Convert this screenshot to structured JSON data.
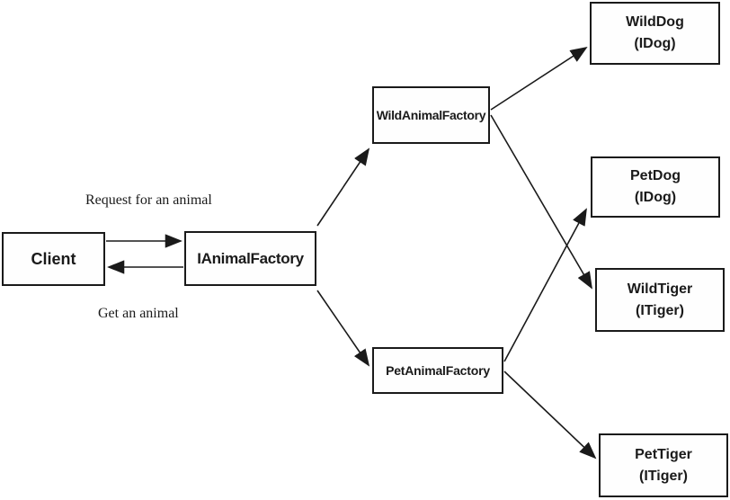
{
  "diagram": {
    "colors": {
      "background": "#ffffff",
      "stroke": "#1a1a1a",
      "text": "#1a1a1a"
    },
    "nodes": {
      "client": {
        "title": "Client"
      },
      "ianimal_factory": {
        "title": "IAnimalFactory"
      },
      "wild_animal_factory": {
        "title": "WildAnimalFactory"
      },
      "pet_animal_factory": {
        "title": "PetAnimalFactory"
      },
      "wild_dog": {
        "title": "WildDog",
        "subtitle": "(IDog)"
      },
      "pet_dog": {
        "title": "PetDog",
        "subtitle": "(IDog)"
      },
      "wild_tiger": {
        "title": "WildTiger",
        "subtitle": "(ITiger)"
      },
      "pet_tiger": {
        "title": "PetTiger",
        "subtitle": "(ITiger)"
      }
    },
    "edges": [
      {
        "from": "Client",
        "to": "IAnimalFactory",
        "label": "Request for an animal"
      },
      {
        "from": "IAnimalFactory",
        "to": "Client",
        "label": "Get an animal"
      },
      {
        "from": "IAnimalFactory",
        "to": "WildAnimalFactory",
        "label": ""
      },
      {
        "from": "IAnimalFactory",
        "to": "PetAnimalFactory",
        "label": ""
      },
      {
        "from": "WildAnimalFactory",
        "to": "WildDog",
        "label": ""
      },
      {
        "from": "WildAnimalFactory",
        "to": "WildTiger",
        "label": ""
      },
      {
        "from": "PetAnimalFactory",
        "to": "PetDog",
        "label": ""
      },
      {
        "from": "PetAnimalFactory",
        "to": "PetTiger",
        "label": ""
      }
    ]
  }
}
